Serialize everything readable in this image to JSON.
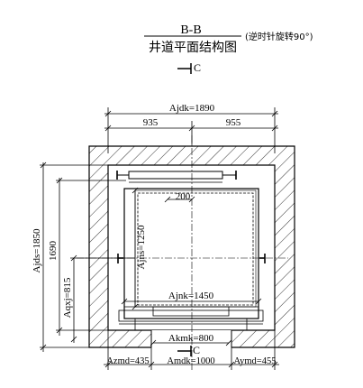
{
  "header": {
    "section": "B-B",
    "title": "井道平面结构图",
    "rotation_note": "(逆时针旋转90°)",
    "section_mark": "C"
  },
  "dims": {
    "ajdk": "Ajdk=1890",
    "left_part": "935",
    "right_part": "955",
    "ajds": "Ajds=1850",
    "inner_depth": "1690",
    "aqxj": "Aqxj=815",
    "ajns": "Ajns=1250",
    "offset_200": "200",
    "ajnk": "Ajnk=1450",
    "akmk": "Akmk=800",
    "azmd": "Azmd=435",
    "amdk": "Amdk=1000",
    "aymd": "Aymd=455",
    "bottom_mark": "C"
  }
}
